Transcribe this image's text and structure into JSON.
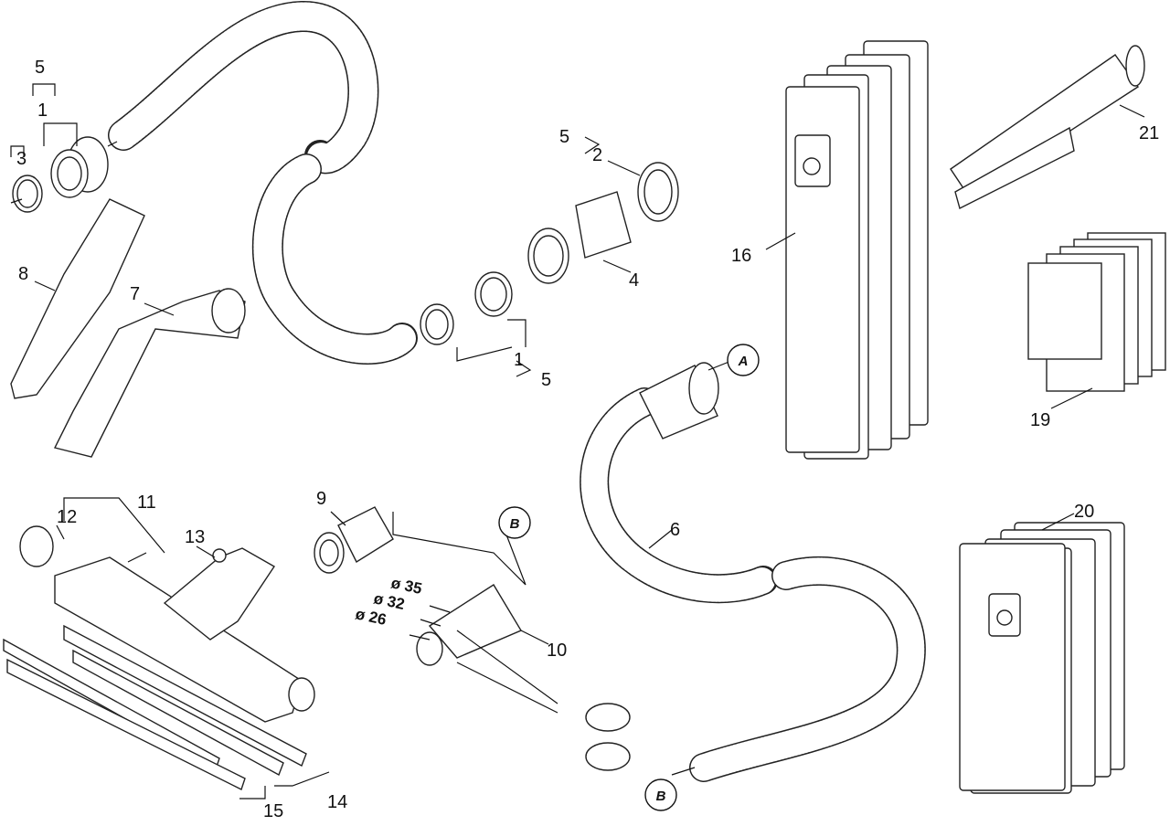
{
  "labels": {
    "n5a": "5",
    "n1a": "1",
    "n3": "3",
    "n8": "8",
    "n7": "7",
    "n5b": "5",
    "n2": "2",
    "n4": "4",
    "n1b": "1",
    "n5c": "5",
    "n16": "16",
    "n19": "19",
    "n21": "21",
    "n20": "20",
    "n6": "6",
    "n10": "10",
    "n9": "9",
    "n11": "11",
    "n12": "12",
    "n13": "13",
    "n14": "14",
    "n15": "15"
  },
  "callouts": [
    "A",
    "B",
    "B"
  ],
  "diameters": [
    "ø 35",
    "ø 32",
    "ø 26"
  ]
}
